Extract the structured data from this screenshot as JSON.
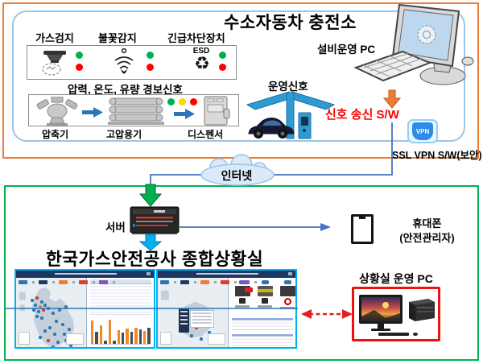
{
  "station_box": {
    "title": "수소자동차 충전소",
    "sensors": {
      "labels": [
        "가스검지",
        "불꽃감지",
        "긴급차단장치"
      ],
      "esd": "ESD"
    },
    "alarm_text": "압력, 온도, 유량 경보신호",
    "equipment_labels": [
      "압축기",
      "고압용기",
      "디스펜서"
    ],
    "facility_pc_label": "설비운영 PC",
    "operation_signal_label": "운영신호",
    "signal_sw_label": "신호 송신 S/W",
    "vpn_text": "VPN",
    "ssl_vpn_label": "SSL VPN S/W(보안)"
  },
  "internet_label": "인터넷",
  "control_box": {
    "server_label": "서버",
    "phone_label": "휴대폰",
    "phone_sub_label": "(안전관리자)",
    "title": "한국가스안전공사 종합상황실",
    "pc_label": "상황실 운영 PC"
  },
  "colors": {
    "station_frame": "#ED7D31",
    "station_inner": "#9DC3E6",
    "control_frame": "#00B050",
    "dashboard_border": "#00B0F0",
    "pc_box_border": "#EE1111",
    "connector_blue": "#4472C4",
    "alert_red": "#FF0000",
    "marker_colors": {
      "b": "#2E75B6",
      "r": "#D83A2E",
      "o": "#ED7D31"
    },
    "bar_colors": {
      "o": "#ED8A2F",
      "d": "#4D4D4D"
    }
  },
  "dashboards": {
    "panel1": {
      "legend_colors": [
        "#2E75B6",
        "#203864",
        "#ED7D31",
        "#E03C31",
        "#7E57C2"
      ],
      "markers": [
        [
          18,
          18,
          "b"
        ],
        [
          24,
          15,
          "r"
        ],
        [
          30,
          20,
          "b"
        ],
        [
          22,
          24,
          "b"
        ],
        [
          28,
          26,
          "o"
        ],
        [
          34,
          24,
          "b"
        ],
        [
          20,
          30,
          "b"
        ],
        [
          26,
          32,
          "b"
        ],
        [
          32,
          30,
          "r"
        ],
        [
          38,
          28,
          "b"
        ],
        [
          24,
          38,
          "b"
        ],
        [
          30,
          40,
          "b"
        ],
        [
          44,
          34,
          "b"
        ],
        [
          52,
          30,
          "b"
        ],
        [
          60,
          26,
          "b"
        ],
        [
          48,
          44,
          "b"
        ],
        [
          56,
          48,
          "b"
        ],
        [
          40,
          52,
          "b"
        ],
        [
          34,
          56,
          "b"
        ],
        [
          46,
          60,
          "b"
        ],
        [
          58,
          60,
          "b"
        ],
        [
          64,
          54,
          "b"
        ],
        [
          28,
          64,
          "b"
        ],
        [
          38,
          68,
          "r"
        ],
        [
          50,
          70,
          "b"
        ],
        [
          60,
          68,
          "b"
        ],
        [
          44,
          76,
          "b"
        ],
        [
          56,
          78,
          "b"
        ],
        [
          66,
          74,
          "b"
        ],
        [
          70,
          62,
          "b"
        ]
      ],
      "bars": [
        [
          "o",
          80
        ],
        [
          "d",
          42
        ],
        [
          "o",
          64
        ],
        [
          "d",
          12
        ],
        [
          "o",
          84
        ],
        [
          "d",
          10
        ],
        [
          "o",
          46
        ],
        [
          "d",
          40
        ],
        [
          "o",
          52
        ],
        [
          "d",
          42
        ],
        [
          "o",
          56
        ],
        [
          "d",
          50
        ],
        [
          "o",
          44
        ],
        [
          "d",
          56
        ]
      ]
    },
    "panel2": {
      "legend_colors": [
        "#2E75B6",
        "#203864",
        "#ED7D31",
        "#E03C31",
        "#7E57C2"
      ],
      "markers": [
        [
          30,
          42,
          "b"
        ],
        [
          46,
          52,
          "r"
        ],
        [
          56,
          46,
          "b"
        ],
        [
          62,
          58,
          "b"
        ],
        [
          40,
          62,
          "b"
        ],
        [
          52,
          66,
          "b"
        ]
      ]
    }
  }
}
